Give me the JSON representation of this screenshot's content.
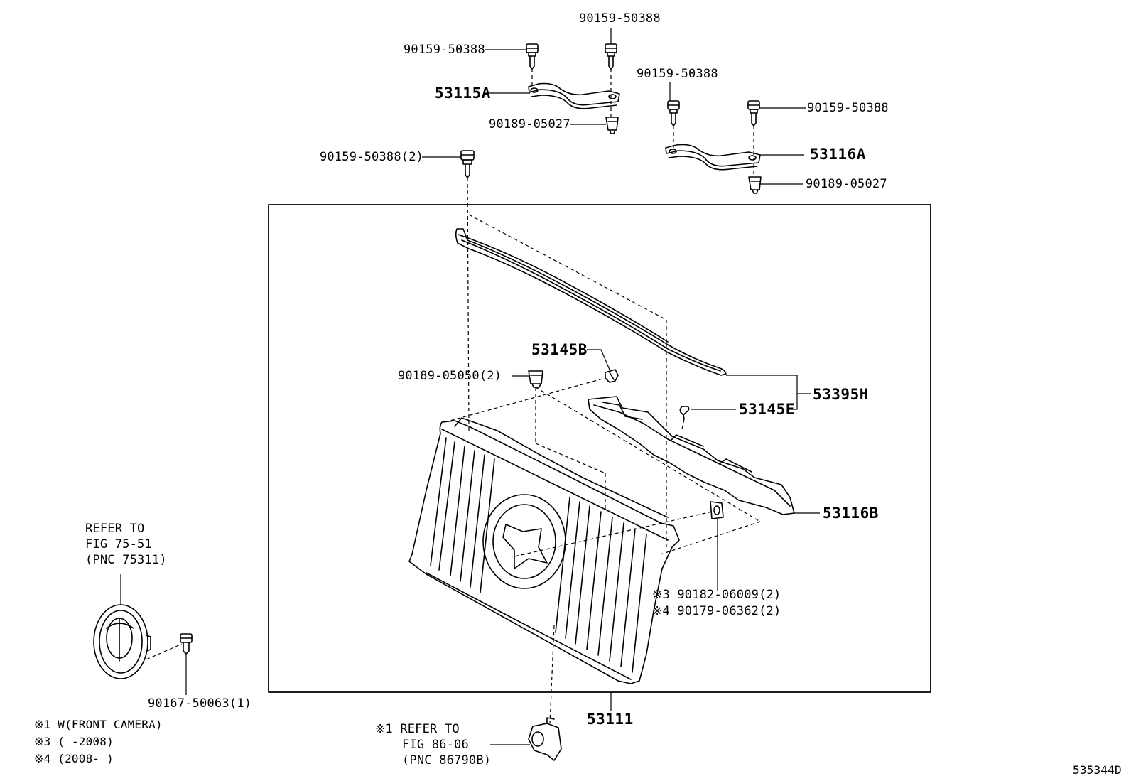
{
  "labels": {
    "p_90159_top": "90159-50388",
    "p_90159_left": "90159-50388",
    "p_90159_mid": "90159-50388",
    "p_90159_right": "90159-50388",
    "p_53115A": "53115A",
    "p_53116A": "53116A",
    "p_90189_05027_a": "90189-05027",
    "p_90189_05027_b": "90189-05027",
    "p_90159_2": "90159-50388(2)",
    "p_53145B": "53145B",
    "p_90189_05050": "90189-05050(2)",
    "p_53145E": "53145E",
    "p_53395H": "53395H",
    "p_53116B": "53116B",
    "p_90182": "※3 90182-06009(2)",
    "p_90179": "※4 90179-06362(2)",
    "p_53111": "53111",
    "p_90167": "90167-50063(1)",
    "refer1_l1": "REFER TO",
    "refer1_l2": "FIG 75-51",
    "refer1_l3": "(PNC 75311)",
    "refer2_l1": "※1 REFER TO",
    "refer2_l2": "FIG 86-06",
    "refer2_l3": "(PNC 86790B)",
    "note1": "※1 W(FRONT CAMERA)",
    "note3": "※3 (      -2008)",
    "note4": "※4 (2008-      )",
    "illus_id": "535344D"
  }
}
